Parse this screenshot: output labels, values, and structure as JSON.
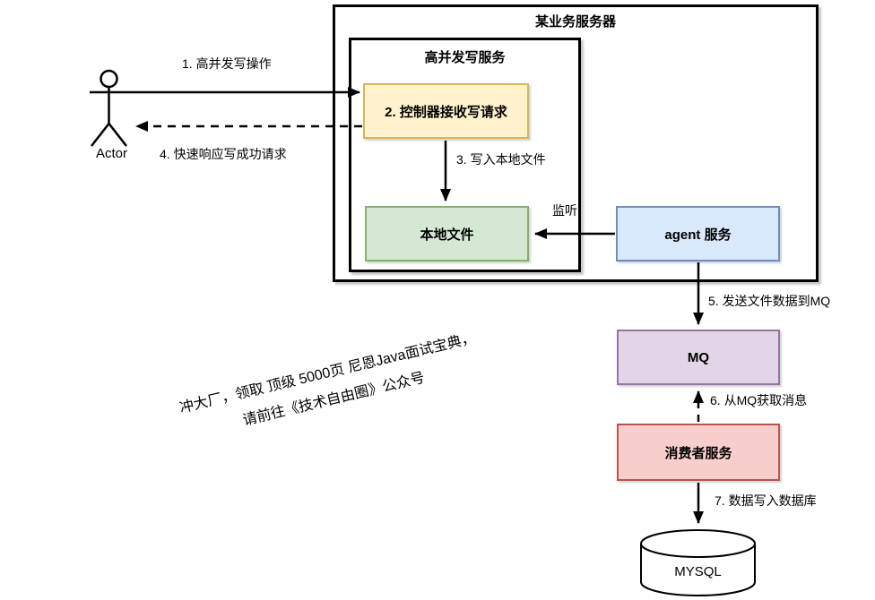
{
  "diagram": {
    "outer_box_title": "某业务服务器",
    "inner_box_title": "高并发写服务",
    "actor_label": "Actor",
    "nodes": {
      "controller": "2. 控制器接收写请求",
      "local_file": "本地文件",
      "agent": "agent 服务",
      "mq": "MQ",
      "consumer": "消费者服务",
      "mysql": "MYSQL"
    },
    "edges": {
      "step1": "1. 高并发写操作",
      "step3": "3. 写入本地文件",
      "step4": "4. 快速响应写成功请求",
      "step5": "5. 发送文件数据到MQ",
      "step6": "6. 从MQ获取消息",
      "step7": "7. 数据写入数据库",
      "listen": "监听"
    },
    "watermark": {
      "line1": "冲大厂，领取 顶级  5000页 尼恩Java面试宝典，",
      "line2": "请前往《技术自由圈》公众号"
    },
    "colors": {
      "yellow_fill": "#FFF2CC",
      "yellow_border": "#D6B656",
      "green_fill": "#D5E8D4",
      "green_border": "#82B366",
      "blue_fill": "#DAE8FC",
      "blue_border": "#6C8EBF",
      "purple_fill": "#E1D5E7",
      "purple_border": "#9673A6",
      "red_fill": "#F8CECC",
      "red_border": "#B85450",
      "line": "#000000"
    }
  }
}
